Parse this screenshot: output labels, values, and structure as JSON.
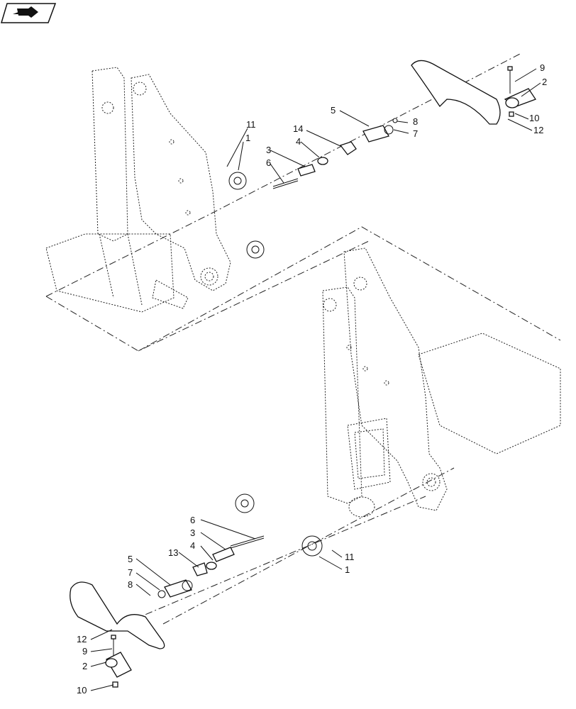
{
  "nav_icon": {
    "name": "next-page-arrow-icon"
  },
  "callouts": {
    "upper": {
      "c1": "1",
      "c2": "2",
      "c3": "3",
      "c4": "4",
      "c5": "5",
      "c6": "6",
      "c7": "7",
      "c8": "8",
      "c9": "9",
      "c10": "10",
      "c11": "11",
      "c12": "12",
      "c14": "14"
    },
    "lower": {
      "c1": "1",
      "c2": "2",
      "c3": "3",
      "c4": "4",
      "c5": "5",
      "c6": "6",
      "c7": "7",
      "c8": "8",
      "c9": "9",
      "c10": "10",
      "c11": "11",
      "c12": "12",
      "c13": "13"
    }
  }
}
